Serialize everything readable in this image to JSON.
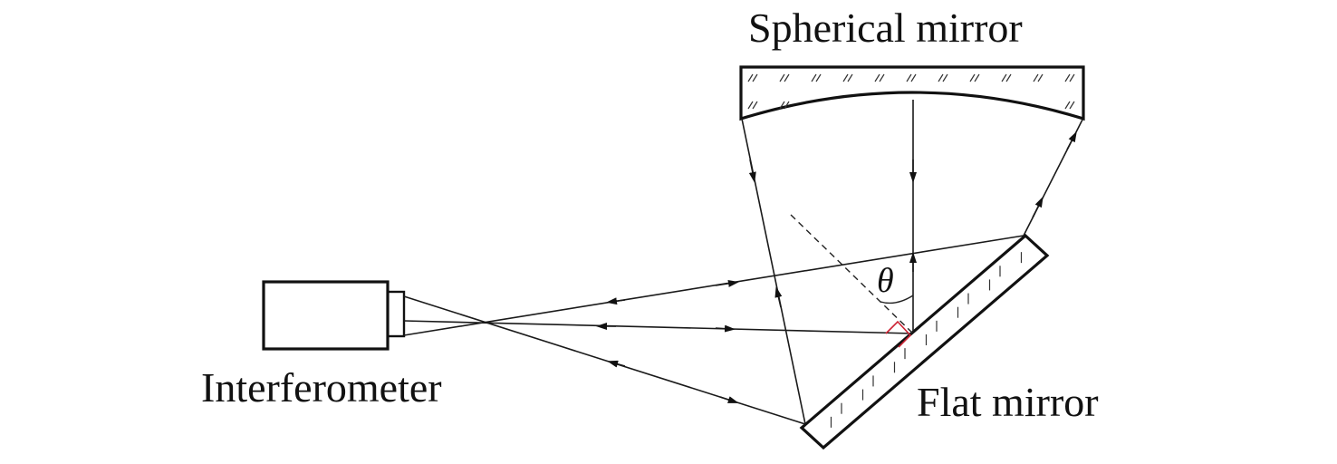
{
  "labels": {
    "spherical_mirror": "Spherical mirror",
    "interferometer": "Interferometer",
    "flat_mirror": "Flat mirror",
    "angle": "θ"
  },
  "colors": {
    "ink": "#111111",
    "right_angle_marker": "#cc2233"
  }
}
